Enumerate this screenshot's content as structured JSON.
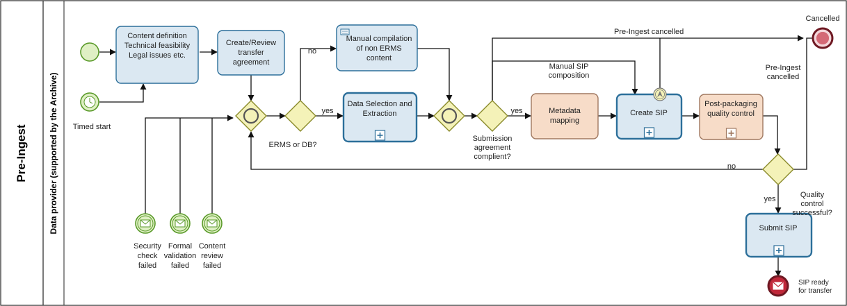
{
  "pool": {
    "title": "Pre-Ingest"
  },
  "lane": {
    "title": "Data provider (supported by the Archive)"
  },
  "events": {
    "start": "",
    "timed_start": "Timed start",
    "security_check_failed": [
      "Security",
      "check",
      "failed"
    ],
    "formal_validation_failed": [
      "Formal",
      "validation",
      "failed"
    ],
    "content_review_failed": [
      "Content",
      "review",
      "failed"
    ],
    "cancelled": "Cancelled",
    "sip_ready": [
      "SIP ready",
      "for transfer"
    ]
  },
  "tasks": {
    "content_definition": [
      "Content definition",
      "Technical feasibility",
      "Legal issues etc."
    ],
    "create_review": [
      "Create/Review",
      "transfer",
      "agreement"
    ],
    "manual_compilation": [
      "Manual compilation",
      "of non ERMS",
      "content"
    ],
    "data_selection": [
      "Data Selection and",
      "Extraction"
    ],
    "metadata_mapping": [
      "Metadata",
      "mapping"
    ],
    "create_sip": [
      "Create SIP"
    ],
    "post_packaging": [
      "Post-packaging",
      "quality control"
    ],
    "submit_sip": [
      "Submit SIP"
    ]
  },
  "gateways": {
    "ermsdb": [
      "ERMS or DB?"
    ],
    "submission": [
      "Submission",
      "agreement",
      "complient?"
    ],
    "quality": [
      "Quality",
      "control",
      "successful?"
    ]
  },
  "flow_labels": {
    "no_top": "no",
    "yes_data": "yes",
    "yes_meta": "yes",
    "pre_ingest_cancelled_top": "Pre-Ingest cancelled",
    "manual_sip": [
      "Manual SIP",
      "composition"
    ],
    "pre_ingest_cancelled_right": [
      "Pre-Ingest",
      "cancelled"
    ],
    "no_back": "no",
    "yes_submit": "yes"
  },
  "colors": {
    "event_fill": "#dff0c4",
    "event_stroke": "#5a9a2a",
    "task_fill": "#dbe8f2",
    "task_stroke": "#2c6f9a",
    "orange_fill": "#f7dcc8",
    "orange_stroke": "#a07860",
    "gateway_fill": "#f4f2b8",
    "gateway_stroke": "#8a8a2a",
    "end_fill": "#c0283a",
    "end_stroke": "#6e1822"
  }
}
